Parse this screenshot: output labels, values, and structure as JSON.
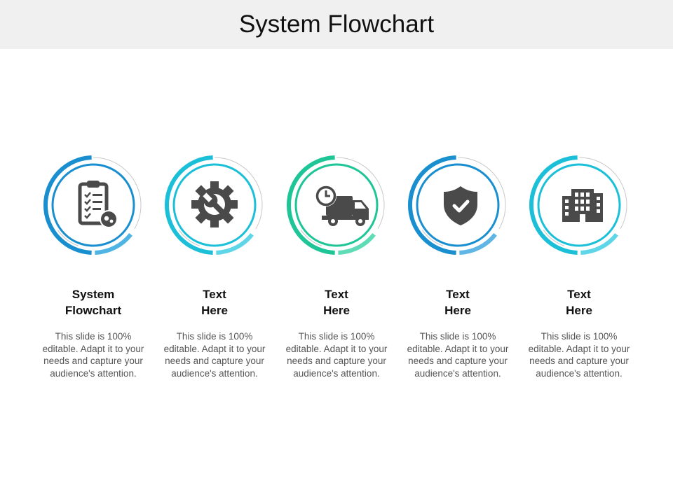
{
  "title": "System Flowchart",
  "steps": [
    {
      "title": "System\nFlowchart",
      "description": "This slide is 100% editable. Adapt it to your needs and capture your audience's attention.",
      "icon": "clipboard-checklist-gear-icon",
      "colors": {
        "main": "#1a8fd0",
        "light": "#4fb3e4"
      }
    },
    {
      "title": "Text\nHere",
      "description": "This slide is 100% editable. Adapt it to your needs and capture your audience's attention.",
      "icon": "gear-wrench-icon",
      "colors": {
        "main": "#1cbfd8",
        "light": "#5fd6e8"
      }
    },
    {
      "title": "Text\nHere",
      "description": "This slide is 100% editable. Adapt it to your needs and capture your audience's attention.",
      "icon": "delivery-truck-clock-icon",
      "colors": {
        "main": "#1ec596",
        "light": "#5fdcb5"
      }
    },
    {
      "title": "Text\nHere",
      "description": "This slide is 100% editable. Adapt it to your needs and capture your audience's attention.",
      "icon": "shield-check-icon",
      "colors": {
        "main": "#1a8fd0",
        "light": "#5fb6e4"
      }
    },
    {
      "title": "Text\nHere",
      "description": "This slide is 100% editable. Adapt it to your needs and capture your audience's attention.",
      "icon": "office-building-icon",
      "colors": {
        "main": "#1cbfd8",
        "light": "#5fd6e8"
      }
    }
  ]
}
